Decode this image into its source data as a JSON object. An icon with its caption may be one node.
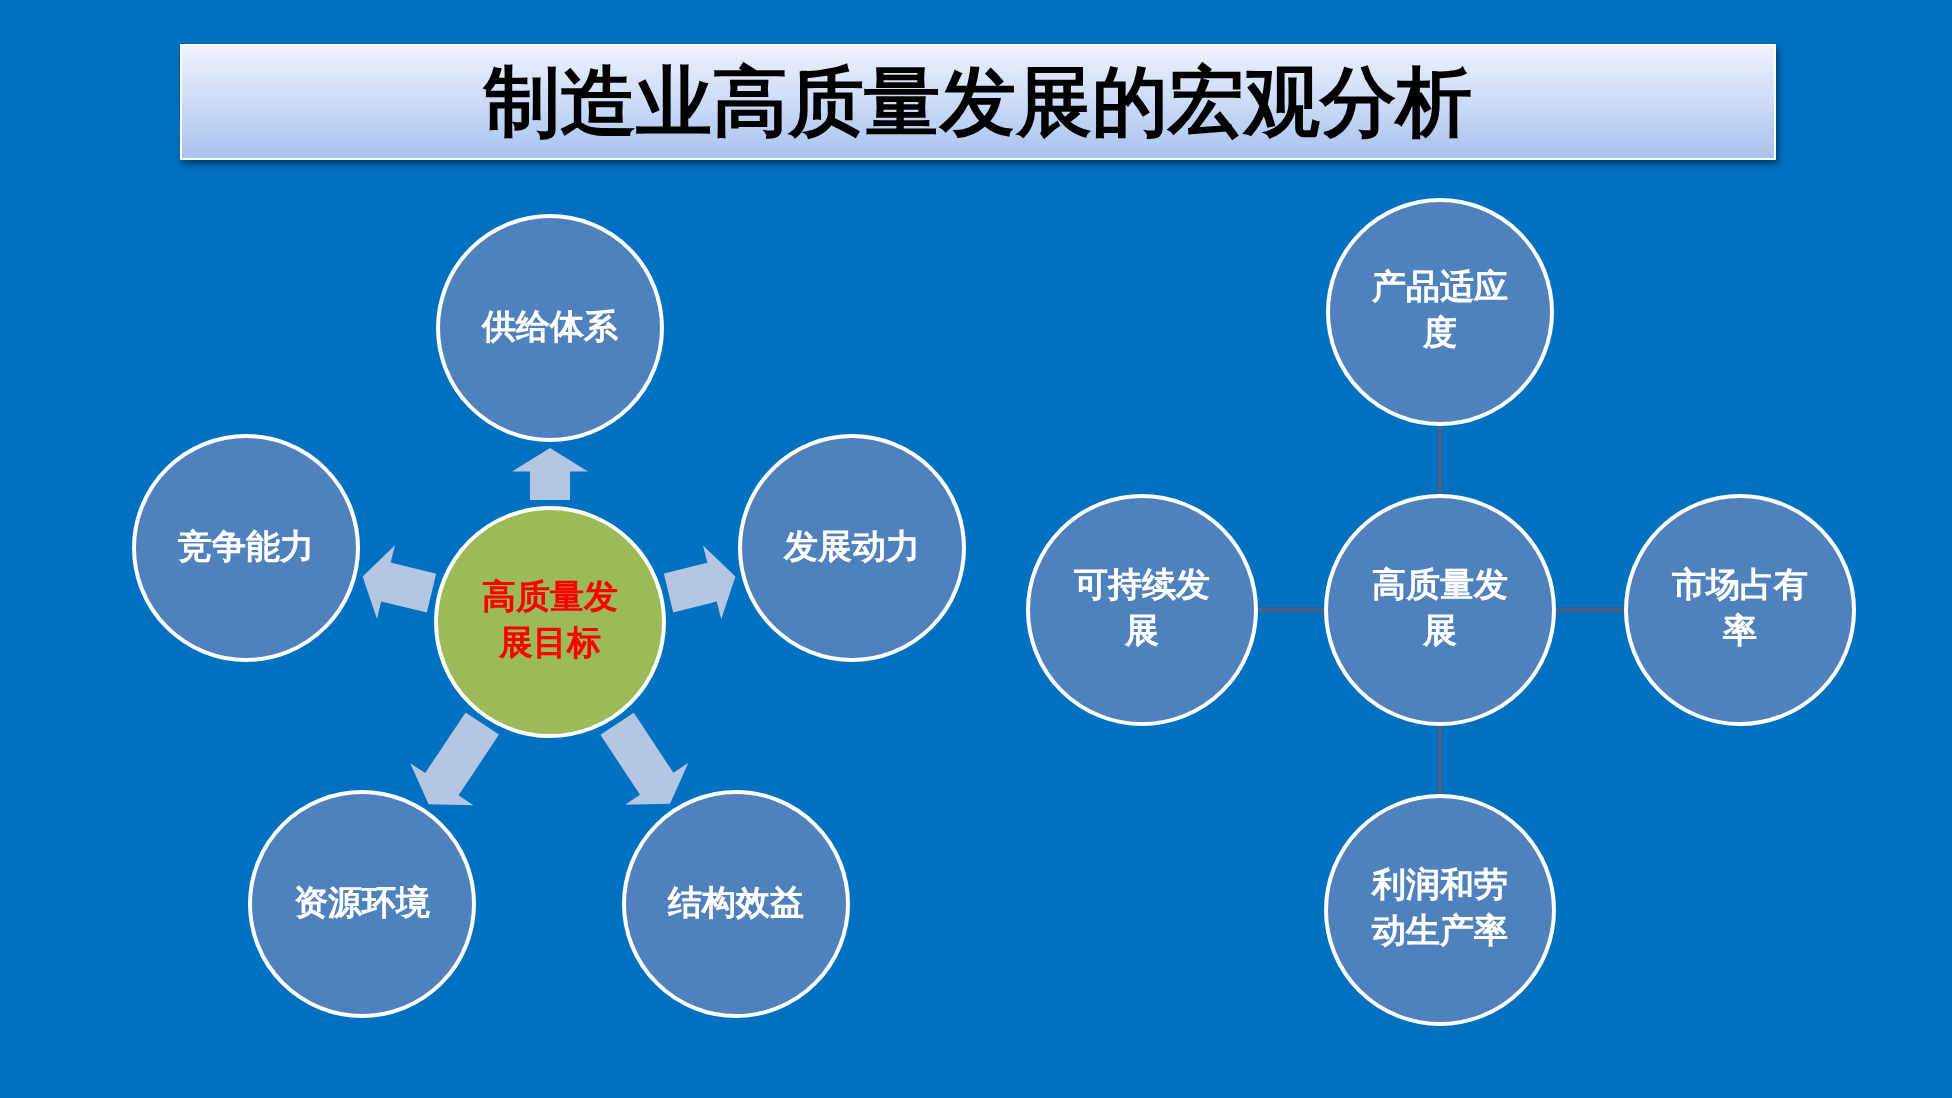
{
  "diagram": {
    "title": "制造业高质量发展的宏观分析",
    "nodes": [
      {
        "text": [
          "高质量发展目标"
        ]
      },
      {
        "text": [
          "供给体系"
        ]
      },
      {
        "text": [
          "竞争能力"
        ]
      },
      {
        "text": [
          "发展动力"
        ]
      },
      {
        "text": [
          "资源环境"
        ]
      },
      {
        "text": [
          "结构效益"
        ]
      },
      {
        "text": [
          "产品适应度"
        ]
      },
      {
        "text": [
          "可持续发展"
        ]
      },
      {
        "text": [
          "高质量发展"
        ]
      },
      {
        "text": [
          "市场占有率"
        ]
      },
      {
        "text": [
          "利润和劳动生产率"
        ]
      }
    ],
    "edges": [
      {
        "from": 0,
        "to": 1,
        "arrow": "to",
        "style": "thick"
      },
      {
        "from": 0,
        "to": 2,
        "arrow": "to",
        "style": "thick"
      },
      {
        "from": 0,
        "to": 3,
        "arrow": "to",
        "style": "thick"
      },
      {
        "from": 0,
        "to": 4,
        "arrow": "to",
        "style": "thick"
      },
      {
        "from": 0,
        "to": 5,
        "arrow": "to",
        "style": "thick"
      },
      {
        "from": 8,
        "to": 6,
        "arrow": "none",
        "color": "#44618c"
      },
      {
        "from": 8,
        "to": 7,
        "arrow": "none",
        "color": "#44618c"
      },
      {
        "from": 8,
        "to": 9,
        "arrow": "none",
        "color": "#44618c"
      },
      {
        "from": 8,
        "to": 10,
        "arrow": "none",
        "color": "#44618c"
      }
    ]
  }
}
